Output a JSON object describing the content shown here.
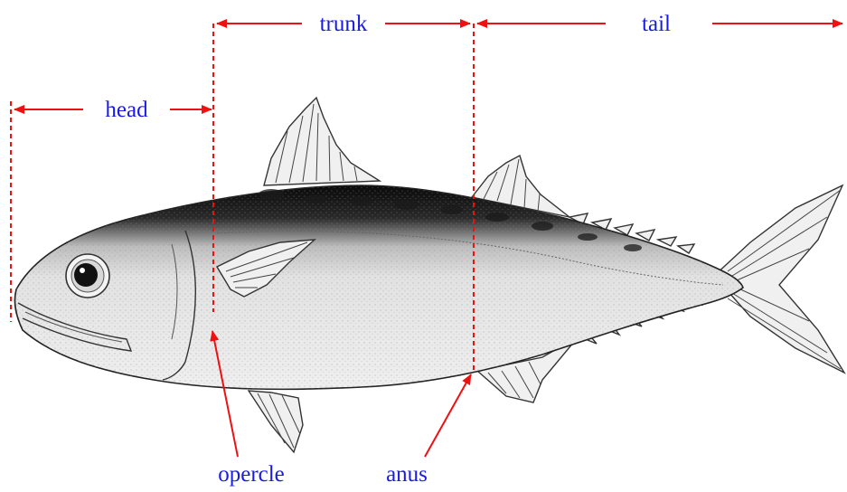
{
  "labels": {
    "head": "head",
    "trunk": "trunk",
    "tail": "tail",
    "opercle": "opercle",
    "anus": "anus"
  },
  "colors": {
    "label_text": "#1a1ae6",
    "annotation_lines": "#e11111",
    "fish_outline": "#333333",
    "fish_dark_back": "#111111",
    "fish_body": "#e8e8e8"
  },
  "icons": {
    "arrow": "right-arrowhead",
    "fish": "tuna-fish-illustration"
  }
}
